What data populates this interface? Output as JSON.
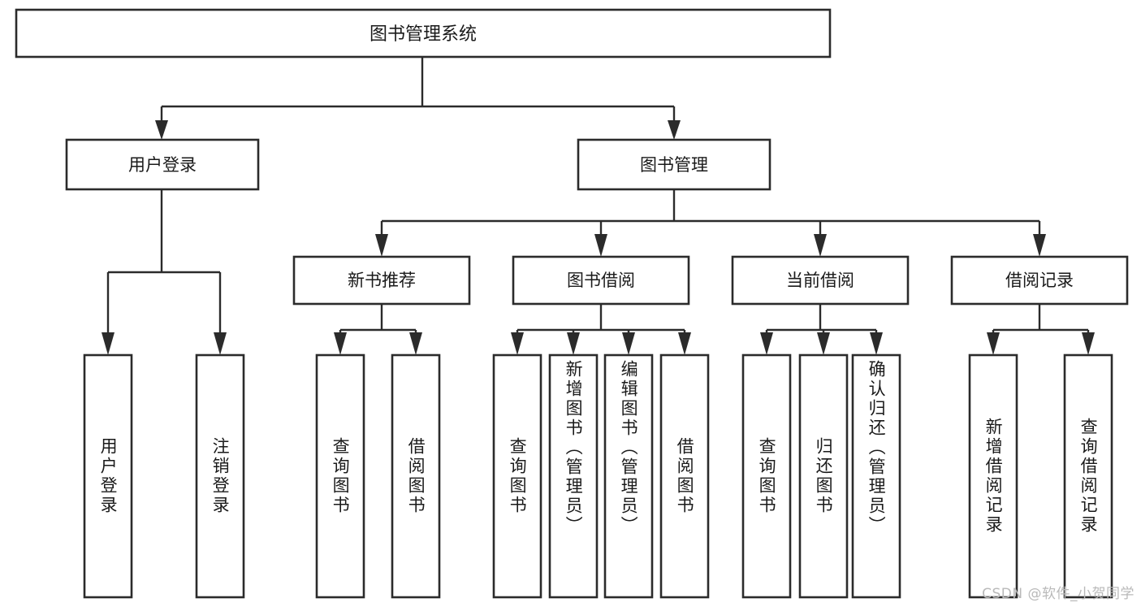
{
  "diagram": {
    "type": "tree-hierarchy",
    "title": "图书管理系统",
    "watermark": "CSDN @软件_小贺同学",
    "colors": {
      "background": "#ffffff",
      "stroke": "#2b2b2b",
      "node_fill": "#ffffff",
      "text": "#1a1a1a",
      "watermark": "#b9b9b9"
    },
    "levels": {
      "root": "图书管理系统",
      "level2": [
        "用户登录",
        "图书管理"
      ],
      "level3": [
        "新书推荐",
        "图书借阅",
        "当前借阅",
        "借阅记录"
      ]
    },
    "nodes": {
      "root": {
        "label": "图书管理系统",
        "orientation": "horizontal"
      },
      "user_login": {
        "label": "用户登录",
        "orientation": "horizontal"
      },
      "book_manage": {
        "label": "图书管理",
        "orientation": "horizontal"
      },
      "new_book_rec": {
        "label": "新书推荐",
        "orientation": "horizontal"
      },
      "book_borrow": {
        "label": "图书借阅",
        "orientation": "horizontal"
      },
      "current_borrow": {
        "label": "当前借阅",
        "orientation": "horizontal"
      },
      "borrow_record": {
        "label": "借阅记录",
        "orientation": "horizontal"
      },
      "leaf_1": {
        "label": "用户登录",
        "orientation": "vertical"
      },
      "leaf_2": {
        "label": "注销登录",
        "orientation": "vertical"
      },
      "leaf_3": {
        "label": "查询图书",
        "orientation": "vertical"
      },
      "leaf_4": {
        "label": "借阅图书",
        "orientation": "vertical"
      },
      "leaf_5": {
        "label": "查询图书",
        "orientation": "vertical"
      },
      "leaf_6": {
        "label": "新增图书（管理员）",
        "orientation": "vertical"
      },
      "leaf_7": {
        "label": "编辑图书（管理员）",
        "orientation": "vertical"
      },
      "leaf_8": {
        "label": "借阅图书",
        "orientation": "vertical"
      },
      "leaf_9": {
        "label": "查询图书",
        "orientation": "vertical"
      },
      "leaf_10": {
        "label": "归还图书",
        "orientation": "vertical"
      },
      "leaf_11": {
        "label": "确认归还（管理员）",
        "orientation": "vertical"
      },
      "leaf_12": {
        "label": "新增借阅记录",
        "orientation": "vertical"
      },
      "leaf_13": {
        "label": "查询借阅记录",
        "orientation": "vertical"
      }
    },
    "edges": [
      {
        "from": "root",
        "to": "user_login"
      },
      {
        "from": "root",
        "to": "book_manage"
      },
      {
        "from": "user_login",
        "to": "leaf_1"
      },
      {
        "from": "user_login",
        "to": "leaf_2"
      },
      {
        "from": "book_manage",
        "to": "new_book_rec"
      },
      {
        "from": "book_manage",
        "to": "book_borrow"
      },
      {
        "from": "book_manage",
        "to": "current_borrow"
      },
      {
        "from": "book_manage",
        "to": "borrow_record"
      },
      {
        "from": "new_book_rec",
        "to": "leaf_3"
      },
      {
        "from": "new_book_rec",
        "to": "leaf_4"
      },
      {
        "from": "book_borrow",
        "to": "leaf_5"
      },
      {
        "from": "book_borrow",
        "to": "leaf_6"
      },
      {
        "from": "book_borrow",
        "to": "leaf_7"
      },
      {
        "from": "book_borrow",
        "to": "leaf_8"
      },
      {
        "from": "current_borrow",
        "to": "leaf_9"
      },
      {
        "from": "current_borrow",
        "to": "leaf_10"
      },
      {
        "from": "current_borrow",
        "to": "leaf_11"
      },
      {
        "from": "borrow_record",
        "to": "leaf_12"
      },
      {
        "from": "borrow_record",
        "to": "leaf_13"
      }
    ]
  }
}
